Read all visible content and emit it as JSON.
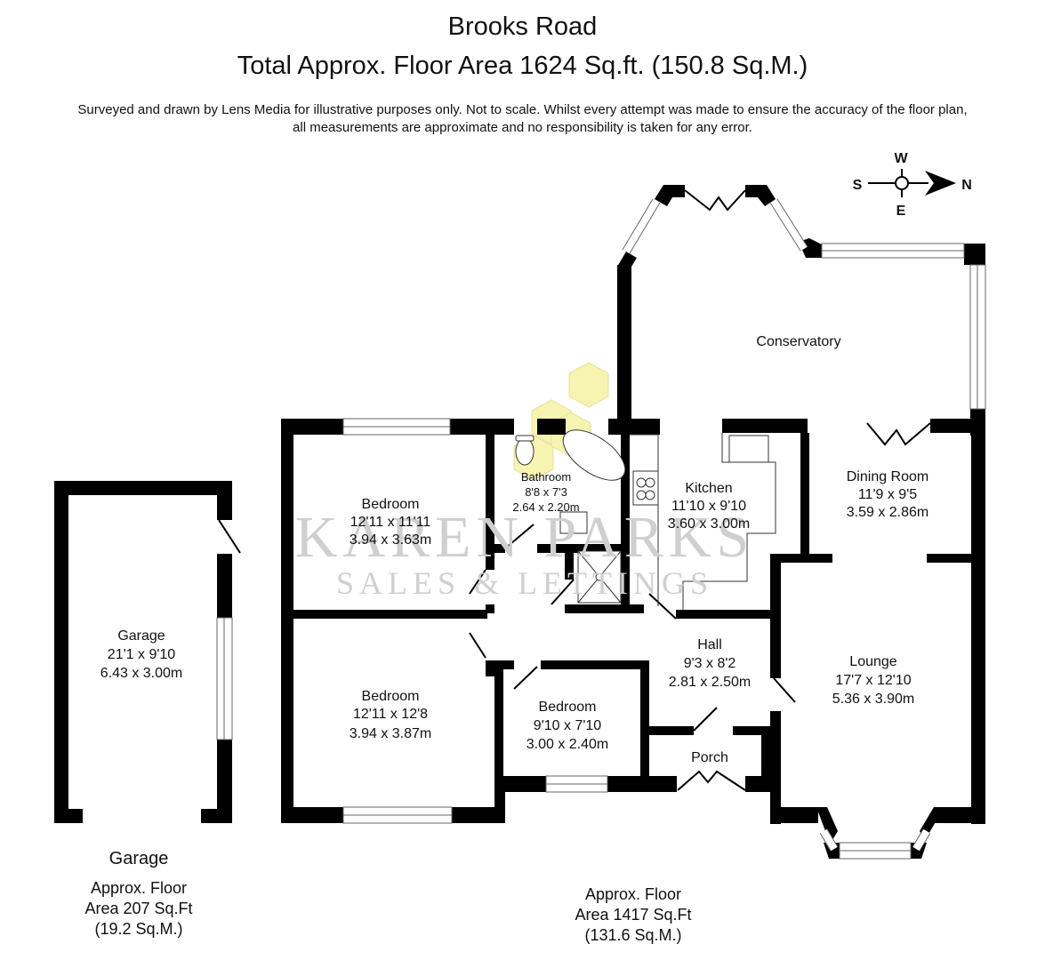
{
  "header": {
    "title": "Brooks Road",
    "total_area": "Total Approx. Floor Area 1624 Sq.ft. (150.8 Sq.M.)",
    "disclaimer_line1": "Surveyed and drawn by Lens Media for illustrative purposes only. Not to scale. Whilst every attempt was made to ensure the accuracy of the floor plan,",
    "disclaimer_line2": "all measurements are approximate and no responsibility is taken for any error."
  },
  "compass": {
    "north": "N",
    "south": "S",
    "east": "E",
    "west": "W",
    "icon": "compass-arrow-icon"
  },
  "watermark": {
    "line1": "KAREN PARKS",
    "line2": "SALES & LETTINGS",
    "logo_color": "#f7f3b0"
  },
  "rooms": {
    "conservatory": {
      "name": "Conservatory"
    },
    "bedroom1": {
      "name": "Bedroom",
      "imperial": "12'11 x 11'11",
      "metric": "3.94 x 3.63m"
    },
    "bathroom": {
      "name": "Bathroom",
      "imperial": "8'8 x 7'3",
      "metric": "2.64 x 2.20m"
    },
    "kitchen": {
      "name": "Kitchen",
      "imperial": "11'10 x 9'10",
      "metric": "3.60 x 3.00m"
    },
    "dining": {
      "name": "Dining Room",
      "imperial": "11'9 x 9'5",
      "metric": "3.59 x 2.86m"
    },
    "bedroom2": {
      "name": "Bedroom",
      "imperial": "12'11 x 12'8",
      "metric": "3.94 x 3.87m"
    },
    "hall": {
      "name": "Hall",
      "imperial": "9'3 x 8'2",
      "metric": "2.81 x 2.50m"
    },
    "lounge": {
      "name": "Lounge",
      "imperial": "17'7 x 12'10",
      "metric": "5.36 x 3.90m"
    },
    "bedroom3": {
      "name": "Bedroom",
      "imperial": "9'10 x 7'10",
      "metric": "3.00 x 2.40m"
    },
    "porch": {
      "name": "Porch"
    },
    "garage": {
      "name": "Garage",
      "imperial": "21'1 x 9'10",
      "metric": "6.43 x 3.00m"
    }
  },
  "footers": {
    "garage": {
      "heading": "Garage",
      "line1": "Approx. Floor",
      "line2": "Area 207 Sq.Ft",
      "line3": "(19.2 Sq.M.)"
    },
    "main": {
      "line1": "Approx. Floor",
      "line2": "Area 1417 Sq.Ft",
      "line3": "(131.6 Sq.M.)"
    }
  },
  "colors": {
    "wall": "#000000",
    "background": "#ffffff",
    "highlight": "#f7f3b0"
  }
}
